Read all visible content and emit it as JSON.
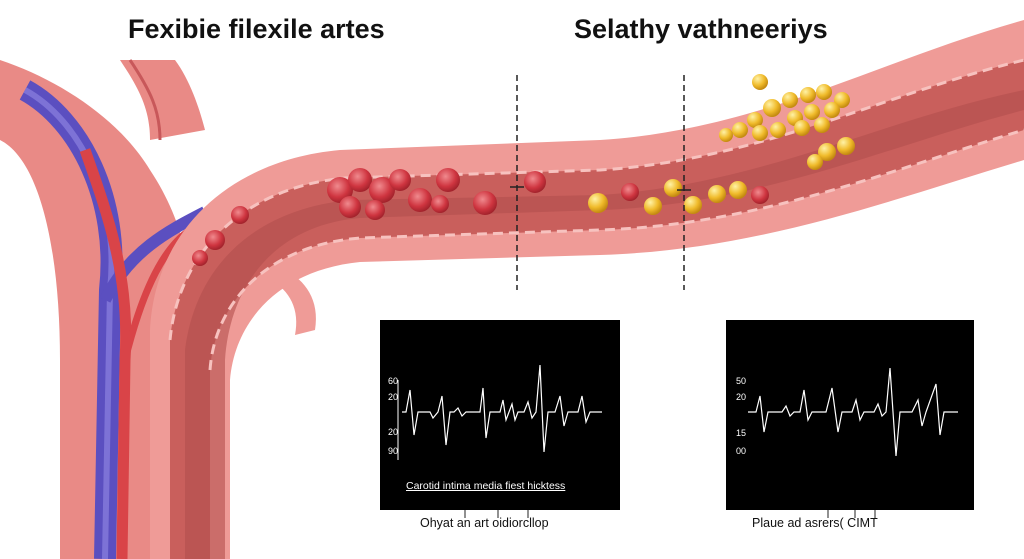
{
  "titles": {
    "left": "Fexibie filexile artes",
    "right": "Selathy vathneeriys"
  },
  "monitors": [
    {
      "ticks": [
        "60",
        "20",
        "20",
        "90"
      ],
      "label": "Carotid intima media fiest hicktess",
      "caption": "Ohyat an art oidiorcllop"
    },
    {
      "ticks": [
        "50",
        "20",
        "15",
        "00"
      ],
      "label": "",
      "caption": "Plaue ad asrers( CIMT"
    }
  ],
  "colors": {
    "artery_wall": "#e07a78",
    "artery_lumen": "#c96966",
    "vein": "#5b4fc0",
    "red_cells": "#c8323a",
    "plaque": "#e9b52a",
    "monitor_bg": "#000000",
    "trace": "#ffffff"
  }
}
